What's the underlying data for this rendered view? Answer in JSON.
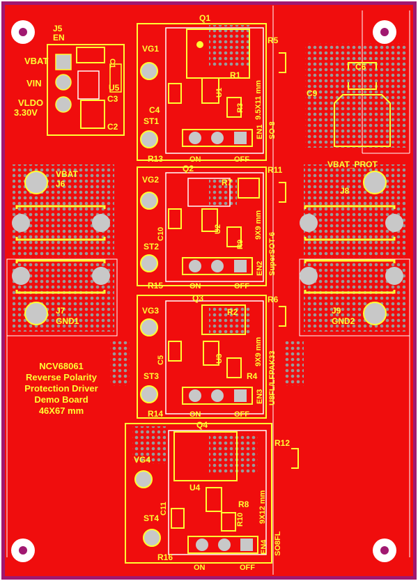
{
  "board": {
    "colors": {
      "outline": "#a01870",
      "copper": "#f00d0d",
      "silk": "#ffff33",
      "drill": "#ffffff",
      "via": "#9a9a9a",
      "pad": "#c8c8c8"
    },
    "title": {
      "line1": "NCV68061",
      "line2": "Reverse Polarity",
      "line3": "Protection Driver",
      "line4": "Demo Board",
      "line5": "46X67 mm"
    },
    "ldo": {
      "j5": "J5",
      "en": "EN",
      "vbat": "VBAT",
      "vin": "VIN",
      "vldo": "VLDO",
      "volt": "3.30V",
      "c1": "C1",
      "c2": "C2",
      "c3": "C3",
      "u5": "U5"
    },
    "connectors": {
      "vbat_in": "VBAT",
      "j6": "J6",
      "j7": "J7",
      "gnd1": "GND1",
      "vbat_prot": "VBAT_PROT",
      "j8": "J8",
      "j9": "J9",
      "gnd2": "GND2",
      "c6": "C6",
      "c9": "C9"
    },
    "ch1": {
      "q": "Q1",
      "vg": "VG1",
      "st": "ST1",
      "cap": "C4",
      "r_top": "R5",
      "r_a": "R1",
      "r_b": "R3",
      "r_bot": "R13",
      "u": "U1",
      "en": "EN1",
      "on": "ON",
      "off": "OFF",
      "pkg": "SO-8",
      "size": "9.5X11 mm"
    },
    "ch2": {
      "q": "Q2",
      "vg": "VG2",
      "st": "ST2",
      "cap": "C10",
      "r_top": "R11",
      "r_a": "R7",
      "r_b": "R9",
      "r_bot": "R15",
      "u": "U2",
      "en": "EN2",
      "on": "ON",
      "off": "OFF",
      "pkg": "SuperSOT-6",
      "size": "9X9 mm"
    },
    "ch3": {
      "q": "Q3",
      "vg": "VG3",
      "st": "ST3",
      "cap": "C5",
      "r_top": "R6",
      "r_a": "R2",
      "r_b": "R4",
      "r_bot": "R14",
      "u": "U3",
      "en": "EN3",
      "on": "ON",
      "off": "OFF",
      "pkg": "U8FL/LFPAK33",
      "size": "9X9 mm"
    },
    "ch4": {
      "q": "Q4",
      "vg": "VG4",
      "st": "ST4",
      "cap": "C11",
      "r_top": "R12",
      "r_a": "R8",
      "r_b": "R10",
      "r_bot": "R16",
      "u": "U4",
      "en": "EN4",
      "on": "ON",
      "off": "OFF",
      "pkg": "SO8FL",
      "size": "9X12 mm"
    }
  }
}
